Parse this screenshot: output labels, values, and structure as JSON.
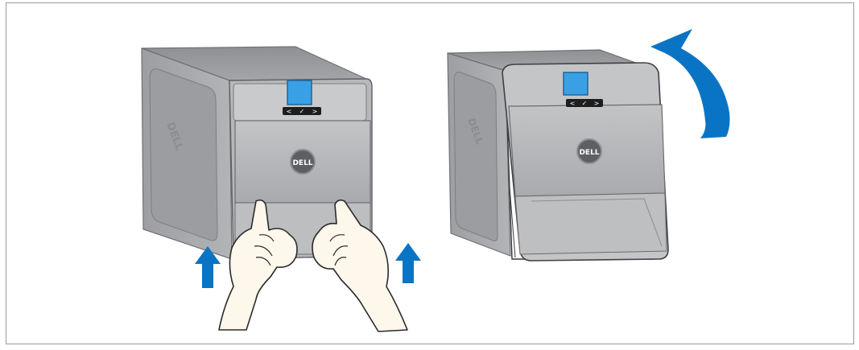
{
  "brand": {
    "logo_text": "DELL",
    "body_logo_text": "DELL"
  },
  "panel": {
    "button_left": "<",
    "button_check": "✓",
    "button_right": ">"
  },
  "colors": {
    "arrow_blue": "#0a74c4",
    "lcd_blue": "#3aa0e6",
    "chassis_gray": "#a7a9ac",
    "panel_gray": "#b5b6b8",
    "frame_border": "#9a9a9a"
  },
  "steps": [
    {
      "id": "step-1",
      "action": "lift front bezel with fingers",
      "arrows": [
        "up-arrow",
        "up-arrow"
      ]
    },
    {
      "id": "step-2",
      "action": "tilt bezel upward and away",
      "arrows": [
        "curved-arrow"
      ]
    }
  ]
}
